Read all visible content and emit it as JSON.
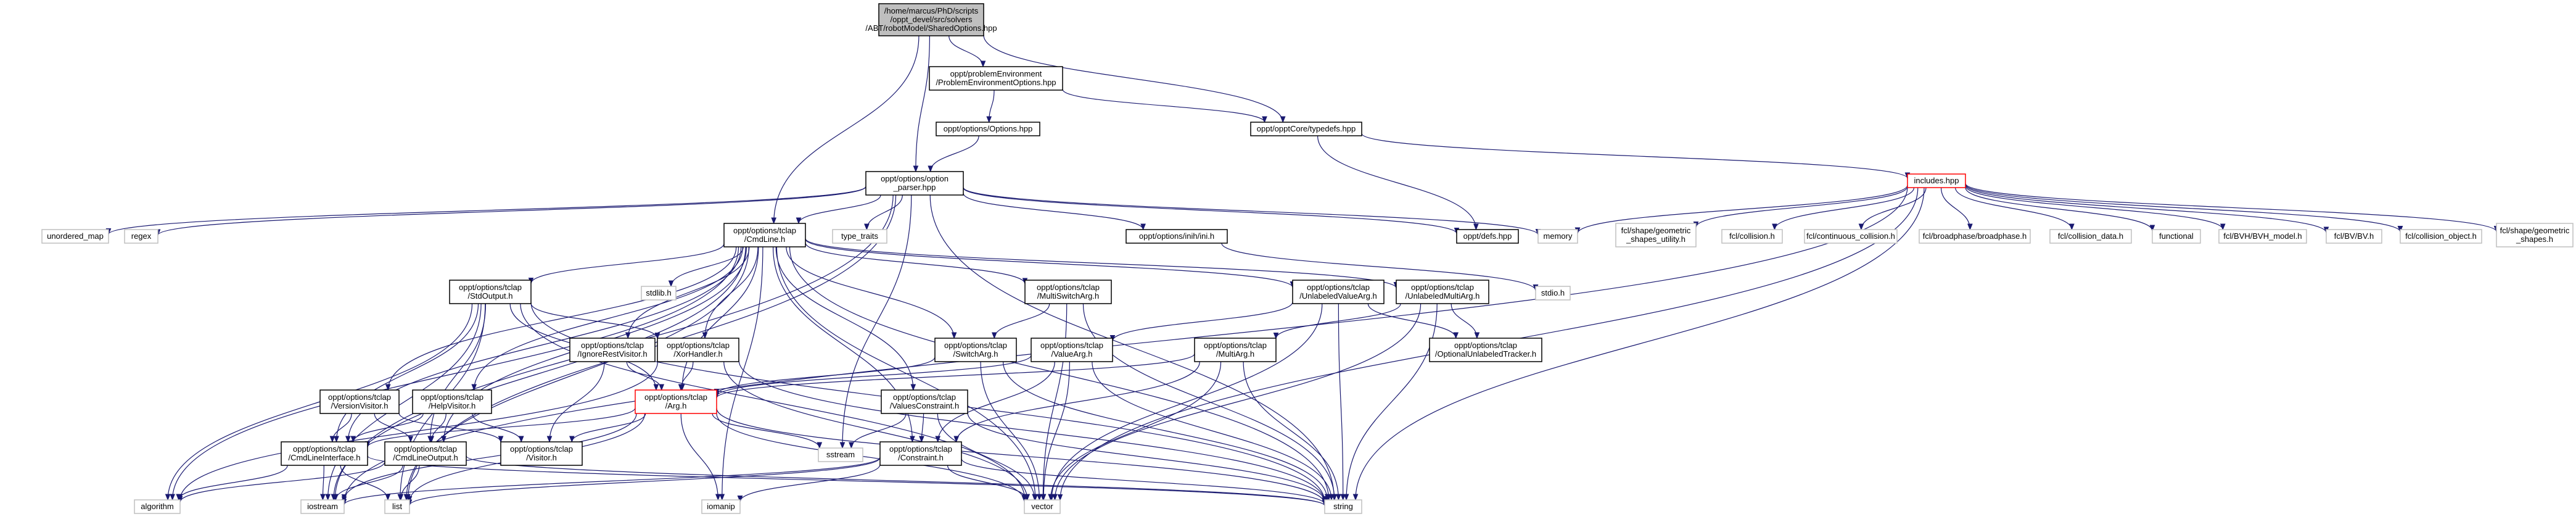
{
  "graph": {
    "nodes": [
      {
        "id": "root",
        "lines": [
          "/home/marcus/PhD/scripts",
          "/oppt_devel/src/solvers",
          "/ABT/robotModel/SharedOptions.hpp"
        ],
        "style": "root",
        "interactable": false
      },
      {
        "id": "problem_env",
        "lines": [
          "oppt/problemEnvironment",
          "/ProblemEnvironmentOptions.hpp"
        ],
        "style": "link",
        "interactable": true
      },
      {
        "id": "typedefs",
        "lines": [
          "oppt/opptCore/typedefs.hpp"
        ],
        "style": "link",
        "interactable": true
      },
      {
        "id": "options",
        "lines": [
          "oppt/options/Options.hpp"
        ],
        "style": "link",
        "interactable": true
      },
      {
        "id": "option_parser",
        "lines": [
          "oppt/options/option",
          "_parser.hpp"
        ],
        "style": "link",
        "interactable": true
      },
      {
        "id": "includes",
        "lines": [
          "includes.hpp"
        ],
        "style": "red",
        "interactable": true
      },
      {
        "id": "cmdline",
        "lines": [
          "oppt/options/tclap",
          "/CmdLine.h"
        ],
        "style": "link",
        "interactable": true
      },
      {
        "id": "unordered_map",
        "lines": [
          "unordered_map"
        ],
        "style": "sys",
        "interactable": false
      },
      {
        "id": "regex",
        "lines": [
          "regex"
        ],
        "style": "sys",
        "interactable": false
      },
      {
        "id": "type_traits",
        "lines": [
          "type_traits"
        ],
        "style": "sys",
        "interactable": false
      },
      {
        "id": "inih",
        "lines": [
          "oppt/options/inih/ini.h"
        ],
        "style": "link",
        "interactable": true
      },
      {
        "id": "defs",
        "lines": [
          "oppt/defs.hpp"
        ],
        "style": "link",
        "interactable": true
      },
      {
        "id": "memory",
        "lines": [
          "memory"
        ],
        "style": "sys",
        "interactable": false
      },
      {
        "id": "fcl_geom_util",
        "lines": [
          "fcl/shape/geometric",
          "_shapes_utility.h"
        ],
        "style": "sys",
        "interactable": false
      },
      {
        "id": "fcl_collision",
        "lines": [
          "fcl/collision.h"
        ],
        "style": "sys",
        "interactable": false
      },
      {
        "id": "fcl_cont",
        "lines": [
          "fcl/continuous_collision.h"
        ],
        "style": "sys",
        "interactable": false
      },
      {
        "id": "fcl_broad",
        "lines": [
          "fcl/broadphase/broadphase.h"
        ],
        "style": "sys",
        "interactable": false
      },
      {
        "id": "fcl_data",
        "lines": [
          "fcl/collision_data.h"
        ],
        "style": "sys",
        "interactable": false
      },
      {
        "id": "functional",
        "lines": [
          "functional"
        ],
        "style": "sys",
        "interactable": false
      },
      {
        "id": "fcl_bvh",
        "lines": [
          "fcl/BVH/BVH_model.h"
        ],
        "style": "sys",
        "interactable": false
      },
      {
        "id": "fcl_bv",
        "lines": [
          "fcl/BV/BV.h"
        ],
        "style": "sys",
        "interactable": false
      },
      {
        "id": "fcl_obj",
        "lines": [
          "fcl/collision_object.h"
        ],
        "style": "sys",
        "interactable": false
      },
      {
        "id": "fcl_geom",
        "lines": [
          "fcl/shape/geometric",
          "_shapes.h"
        ],
        "style": "sys",
        "interactable": false
      },
      {
        "id": "stdoutput",
        "lines": [
          "oppt/options/tclap",
          "/StdOutput.h"
        ],
        "style": "link",
        "interactable": true
      },
      {
        "id": "stdlib",
        "lines": [
          "stdlib.h"
        ],
        "style": "sys",
        "interactable": false
      },
      {
        "id": "multiswitch",
        "lines": [
          "oppt/options/tclap",
          "/MultiSwitchArg.h"
        ],
        "style": "link",
        "interactable": true
      },
      {
        "id": "unlabeledvalue",
        "lines": [
          "oppt/options/tclap",
          "/UnlabeledValueArg.h"
        ],
        "style": "link",
        "interactable": true
      },
      {
        "id": "unlabeledmulti",
        "lines": [
          "oppt/options/tclap",
          "/UnlabeledMultiArg.h"
        ],
        "style": "link",
        "interactable": true
      },
      {
        "id": "stdio",
        "lines": [
          "stdio.h"
        ],
        "style": "sys",
        "interactable": false
      },
      {
        "id": "ignorerest",
        "lines": [
          "oppt/options/tclap",
          "/IgnoreRestVisitor.h"
        ],
        "style": "link",
        "interactable": true
      },
      {
        "id": "xorhandler",
        "lines": [
          "oppt/options/tclap",
          "/XorHandler.h"
        ],
        "style": "link",
        "interactable": true
      },
      {
        "id": "switcharg",
        "lines": [
          "oppt/options/tclap",
          "/SwitchArg.h"
        ],
        "style": "link",
        "interactable": true
      },
      {
        "id": "valuearg",
        "lines": [
          "oppt/options/tclap",
          "/ValueArg.h"
        ],
        "style": "link",
        "interactable": true
      },
      {
        "id": "multiarg",
        "lines": [
          "oppt/options/tclap",
          "/MultiArg.h"
        ],
        "style": "link",
        "interactable": true
      },
      {
        "id": "optunlabeled",
        "lines": [
          "oppt/options/tclap",
          "/OptionalUnlabeledTracker.h"
        ],
        "style": "link",
        "interactable": true
      },
      {
        "id": "versionvisitor",
        "lines": [
          "oppt/options/tclap",
          "/VersionVisitor.h"
        ],
        "style": "link",
        "interactable": true
      },
      {
        "id": "helpvisitor",
        "lines": [
          "oppt/options/tclap",
          "/HelpVisitor.h"
        ],
        "style": "link",
        "interactable": true
      },
      {
        "id": "arg",
        "lines": [
          "oppt/options/tclap",
          "/Arg.h"
        ],
        "style": "red",
        "interactable": true
      },
      {
        "id": "valuesconstraint",
        "lines": [
          "oppt/options/tclap",
          "/ValuesConstraint.h"
        ],
        "style": "link",
        "interactable": true
      },
      {
        "id": "cmdlineinterface",
        "lines": [
          "oppt/options/tclap",
          "/CmdLineInterface.h"
        ],
        "style": "link",
        "interactable": true
      },
      {
        "id": "cmdlineoutput",
        "lines": [
          "oppt/options/tclap",
          "/CmdLineOutput.h"
        ],
        "style": "link",
        "interactable": true
      },
      {
        "id": "visitor",
        "lines": [
          "oppt/options/tclap",
          "/Visitor.h"
        ],
        "style": "link",
        "interactable": true
      },
      {
        "id": "sstream",
        "lines": [
          "sstream"
        ],
        "style": "sys",
        "interactable": false
      },
      {
        "id": "constraint",
        "lines": [
          "oppt/options/tclap",
          "/Constraint.h"
        ],
        "style": "link",
        "interactable": true
      },
      {
        "id": "algorithm",
        "lines": [
          "algorithm"
        ],
        "style": "sys",
        "interactable": false
      },
      {
        "id": "iostream",
        "lines": [
          "iostream"
        ],
        "style": "sys",
        "interactable": false
      },
      {
        "id": "list",
        "lines": [
          "list"
        ],
        "style": "sys",
        "interactable": false
      },
      {
        "id": "iomanip",
        "lines": [
          "iomanip"
        ],
        "style": "sys",
        "interactable": false
      },
      {
        "id": "vector",
        "lines": [
          "vector"
        ],
        "style": "sys",
        "interactable": false
      },
      {
        "id": "string",
        "lines": [
          "string"
        ],
        "style": "sys",
        "interactable": false
      }
    ],
    "edges": [
      [
        "root",
        "problem_env"
      ],
      [
        "root",
        "typedefs"
      ],
      [
        "root",
        "option_parser"
      ],
      [
        "root",
        "cmdline"
      ],
      [
        "problem_env",
        "options"
      ],
      [
        "problem_env",
        "typedefs"
      ],
      [
        "options",
        "option_parser"
      ],
      [
        "typedefs",
        "includes"
      ],
      [
        "typedefs",
        "defs"
      ],
      [
        "option_parser",
        "cmdline"
      ],
      [
        "option_parser",
        "unordered_map"
      ],
      [
        "option_parser",
        "regex"
      ],
      [
        "option_parser",
        "type_traits"
      ],
      [
        "option_parser",
        "inih"
      ],
      [
        "option_parser",
        "defs"
      ],
      [
        "option_parser",
        "memory"
      ],
      [
        "option_parser",
        "iostream"
      ],
      [
        "option_parser",
        "sstream"
      ],
      [
        "option_parser",
        "string"
      ],
      [
        "option_parser",
        "list"
      ],
      [
        "includes",
        "memory"
      ],
      [
        "includes",
        "fcl_geom_util"
      ],
      [
        "includes",
        "fcl_collision"
      ],
      [
        "includes",
        "fcl_cont"
      ],
      [
        "includes",
        "fcl_broad"
      ],
      [
        "includes",
        "fcl_data"
      ],
      [
        "includes",
        "functional"
      ],
      [
        "includes",
        "fcl_bvh"
      ],
      [
        "includes",
        "fcl_bv"
      ],
      [
        "includes",
        "fcl_obj"
      ],
      [
        "includes",
        "fcl_geom"
      ],
      [
        "includes",
        "iostream"
      ],
      [
        "includes",
        "vector"
      ],
      [
        "includes",
        "string"
      ],
      [
        "inih",
        "stdio"
      ],
      [
        "cmdline",
        "stdoutput"
      ],
      [
        "cmdline",
        "stdlib"
      ],
      [
        "cmdline",
        "multiswitch"
      ],
      [
        "cmdline",
        "unlabeledvalue"
      ],
      [
        "cmdline",
        "unlabeledmulti"
      ],
      [
        "cmdline",
        "ignorerest"
      ],
      [
        "cmdline",
        "xorhandler"
      ],
      [
        "cmdline",
        "switcharg"
      ],
      [
        "cmdline",
        "versionvisitor"
      ],
      [
        "cmdline",
        "helpvisitor"
      ],
      [
        "cmdline",
        "arg"
      ],
      [
        "cmdline",
        "valuesconstraint"
      ],
      [
        "cmdline",
        "cmdlineinterface"
      ],
      [
        "cmdline",
        "cmdlineoutput"
      ],
      [
        "cmdline",
        "constraint"
      ],
      [
        "cmdline",
        "algorithm"
      ],
      [
        "cmdline",
        "iostream"
      ],
      [
        "cmdline",
        "list"
      ],
      [
        "cmdline",
        "iomanip"
      ],
      [
        "cmdline",
        "vector"
      ],
      [
        "cmdline",
        "string"
      ],
      [
        "stdoutput",
        "cmdlineinterface"
      ],
      [
        "stdoutput",
        "cmdlineoutput"
      ],
      [
        "stdoutput",
        "xorhandler"
      ],
      [
        "stdoutput",
        "arg"
      ],
      [
        "stdoutput",
        "algorithm"
      ],
      [
        "stdoutput",
        "iostream"
      ],
      [
        "stdoutput",
        "list"
      ],
      [
        "stdoutput",
        "vector"
      ],
      [
        "stdoutput",
        "string"
      ],
      [
        "multiswitch",
        "switcharg"
      ],
      [
        "multiswitch",
        "string"
      ],
      [
        "multiswitch",
        "vector"
      ],
      [
        "unlabeledvalue",
        "valuearg"
      ],
      [
        "unlabeledvalue",
        "optunlabeled"
      ],
      [
        "unlabeledvalue",
        "string"
      ],
      [
        "unlabeledvalue",
        "vector"
      ],
      [
        "unlabeledmulti",
        "multiarg"
      ],
      [
        "unlabeledmulti",
        "optunlabeled"
      ],
      [
        "unlabeledmulti",
        "string"
      ],
      [
        "unlabeledmulti",
        "vector"
      ],
      [
        "ignorerest",
        "visitor"
      ],
      [
        "ignorerest",
        "arg"
      ],
      [
        "xorhandler",
        "arg"
      ],
      [
        "xorhandler",
        "algorithm"
      ],
      [
        "xorhandler",
        "string"
      ],
      [
        "xorhandler",
        "vector"
      ],
      [
        "switcharg",
        "arg"
      ],
      [
        "switcharg",
        "string"
      ],
      [
        "switcharg",
        "vector"
      ],
      [
        "valuearg",
        "arg"
      ],
      [
        "valuearg",
        "constraint"
      ],
      [
        "valuearg",
        "string"
      ],
      [
        "valuearg",
        "vector"
      ],
      [
        "multiarg",
        "arg"
      ],
      [
        "multiarg",
        "constraint"
      ],
      [
        "multiarg",
        "string"
      ],
      [
        "multiarg",
        "vector"
      ],
      [
        "versionvisitor",
        "cmdlineinterface"
      ],
      [
        "versionvisitor",
        "cmdlineoutput"
      ],
      [
        "versionvisitor",
        "visitor"
      ],
      [
        "helpvisitor",
        "cmdlineinterface"
      ],
      [
        "helpvisitor",
        "cmdlineoutput"
      ],
      [
        "helpvisitor",
        "visitor"
      ],
      [
        "arg",
        "visitor"
      ],
      [
        "arg",
        "cmdlineinterface"
      ],
      [
        "arg",
        "sstream"
      ],
      [
        "arg",
        "iomanip"
      ],
      [
        "arg",
        "iostream"
      ],
      [
        "arg",
        "list"
      ],
      [
        "arg",
        "vector"
      ],
      [
        "arg",
        "string"
      ],
      [
        "valuesconstraint",
        "constraint"
      ],
      [
        "valuesconstraint",
        "sstream"
      ],
      [
        "valuesconstraint",
        "string"
      ],
      [
        "valuesconstraint",
        "vector"
      ],
      [
        "cmdlineinterface",
        "algorithm"
      ],
      [
        "cmdlineinterface",
        "iostream"
      ],
      [
        "cmdlineinterface",
        "list"
      ],
      [
        "cmdlineinterface",
        "string"
      ],
      [
        "cmdlineoutput",
        "algorithm"
      ],
      [
        "cmdlineoutput",
        "iostream"
      ],
      [
        "cmdlineoutput",
        "list"
      ],
      [
        "cmdlineoutput",
        "string"
      ],
      [
        "constraint",
        "iostream"
      ],
      [
        "constraint",
        "list"
      ],
      [
        "constraint",
        "iomanip"
      ],
      [
        "constraint",
        "vector"
      ],
      [
        "constraint",
        "string"
      ]
    ]
  }
}
